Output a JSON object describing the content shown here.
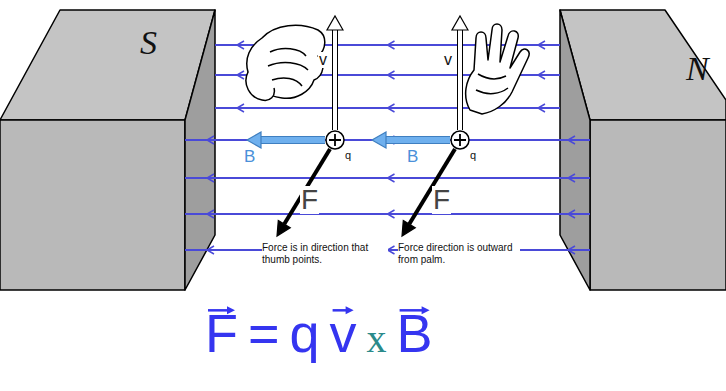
{
  "diagram": {
    "labels": [
      "S",
      "N",
      "v",
      "q",
      "B",
      "F",
      "v",
      "q",
      "B",
      "F",
      "Force is in direction that thumb points.",
      "Force direction is outward from palm.",
      "F",
      "=",
      "q",
      "v",
      "x",
      "B"
    ]
  }
}
